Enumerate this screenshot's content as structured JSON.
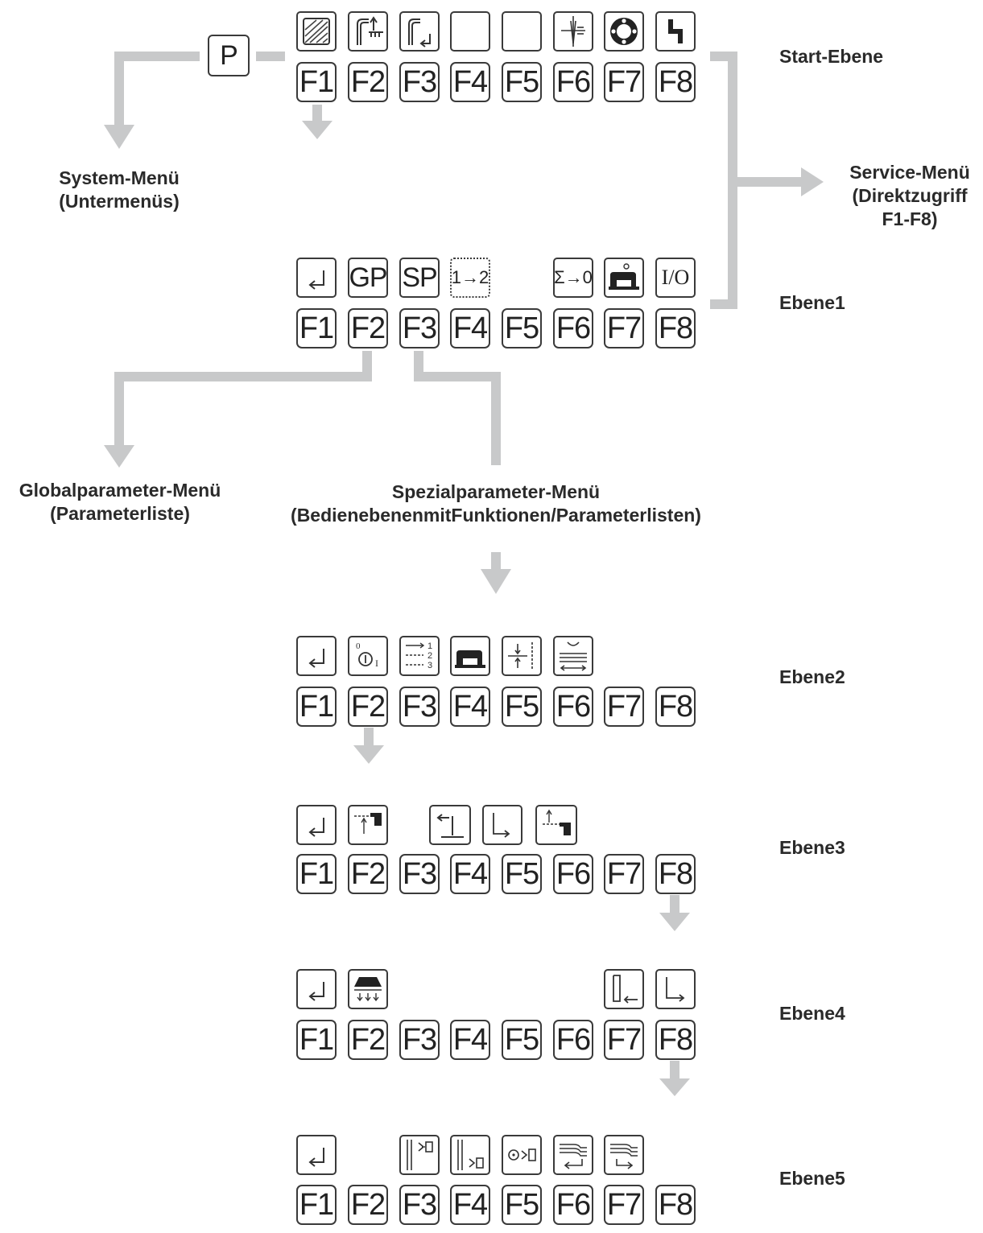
{
  "p_key": "P",
  "levels": {
    "start": "Start-Ebene",
    "ebene1": "Ebene1",
    "ebene2": "Ebene2",
    "ebene3": "Ebene3",
    "ebene4": "Ebene4",
    "ebene5": "Ebene5"
  },
  "menus": {
    "system": [
      "System-Menü",
      "(Untermenüs)"
    ],
    "service": [
      "Service-Menü",
      "(Direktzugriff",
      "F1-F8)"
    ],
    "global": [
      "Globalparameter-Menü",
      "(Parameterliste)"
    ],
    "special": [
      "Spezialparameter-Menü",
      "(BedienebenenmitFunktionen/Parameterlisten)"
    ]
  },
  "fkeys": [
    "F1",
    "F2",
    "F3",
    "F4",
    "F5",
    "F6",
    "F7",
    "F8"
  ],
  "ebene1_text_icons": {
    "f2": "GP",
    "f3": "SP",
    "f4": "1→2",
    "f6": "Σ→0",
    "f8": "I/O"
  },
  "icons": {
    "start": [
      "hatched-square-icon",
      "presser-foot-up-icon",
      "presser-foot-down-icon",
      "",
      "",
      "needle-icon",
      "ring-icon",
      "step-icon"
    ],
    "ebene1": [
      "return-icon",
      "gp-icon",
      "sp-icon",
      "one-to-two-icon",
      "",
      "sum-reset-icon",
      "sewing-machine-icon",
      "io-icon"
    ],
    "ebene2": [
      "return-icon",
      "timer-switch-icon",
      "sequence-list-icon",
      "sewing-machine-icon",
      "stitch-length-icon",
      "feed-icon",
      "",
      ""
    ],
    "ebene3": [
      "return-icon",
      "foot-lift-icon",
      "",
      "back-tack-icon",
      "corner-arrow-icon",
      "lift-machine-icon",
      "",
      ""
    ],
    "ebene4": [
      "return-icon",
      "puller-icon",
      "",
      "",
      "",
      "",
      "bracket-left-icon",
      "corner-right-icon"
    ],
    "ebene5": [
      "return-icon",
      "",
      "sensor-left-icon",
      "sensor-bottom-icon",
      "light-barrier-icon",
      "feed-return-icon",
      "feed-forward-icon",
      ""
    ]
  }
}
